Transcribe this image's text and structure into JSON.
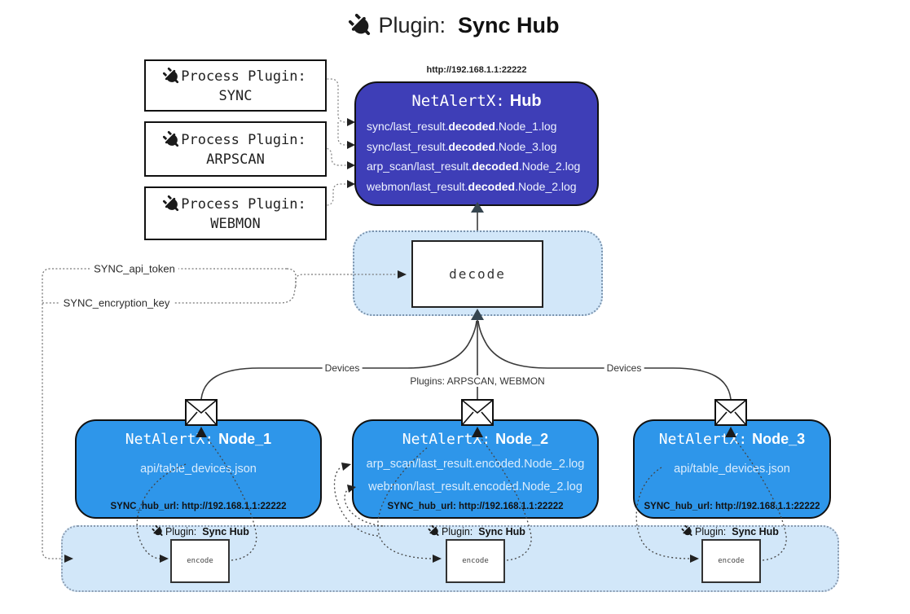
{
  "title": {
    "prefix": "Plugin:",
    "name": "Sync Hub"
  },
  "hub": {
    "url": "http://192.168.1.1:22222",
    "name_prefix": "NetAlertX:",
    "name": "Hub",
    "logs": [
      {
        "pre": "sync/last_result.",
        "bold": "decoded",
        "post": ".Node_1.log"
      },
      {
        "pre": "sync/last_result.",
        "bold": "decoded",
        "post": ".Node_3.log"
      },
      {
        "pre": "arp_scan/last_result.",
        "bold": "decoded",
        "post": ".Node_2.log"
      },
      {
        "pre": "webmon/last_result.",
        "bold": "decoded",
        "post": ".Node_2.log"
      }
    ]
  },
  "process_plugins": [
    {
      "label": "Process Plugin:",
      "name": "SYNC"
    },
    {
      "label": "Process Plugin:",
      "name": "ARPSCAN"
    },
    {
      "label": "Process Plugin:",
      "name": "WEBMON"
    }
  ],
  "settings": {
    "api_token": "SYNC_api_token",
    "encryption_key": "SYNC_encryption_key"
  },
  "decode": {
    "label": "decode"
  },
  "edges": {
    "devices_left": "Devices",
    "plugins": "Plugins: ARPSCAN, WEBMON",
    "devices_right": "Devices"
  },
  "nodes": [
    {
      "name_prefix": "NetAlertX:",
      "name": "Node_1",
      "files": [
        "api/table_devices.json"
      ],
      "hub_url": "SYNC_hub_url: http://192.168.1.1:22222"
    },
    {
      "name_prefix": "NetAlertX:",
      "name": "Node_2",
      "files": [
        "arp_scan/last_result.encoded.Node_2.log",
        "webmon/last_result.encoded.Node_2.log"
      ],
      "hub_url": "SYNC_hub_url: http://192.168.1.1:22222"
    },
    {
      "name_prefix": "NetAlertX:",
      "name": "Node_3",
      "files": [
        "api/table_devices.json"
      ],
      "hub_url": "SYNC_hub_url: http://192.168.1.1:22222"
    }
  ],
  "encode_section": {
    "label_prefix": "Plugin:",
    "label_name": "Sync Hub",
    "encode_label": "encode"
  },
  "colors": {
    "hub_fill": "#3e3eb7",
    "node_fill": "#2e96ea",
    "panel_fill": "#d2e7f9",
    "line": "#3a3a3a",
    "arrow": "#36454f"
  }
}
